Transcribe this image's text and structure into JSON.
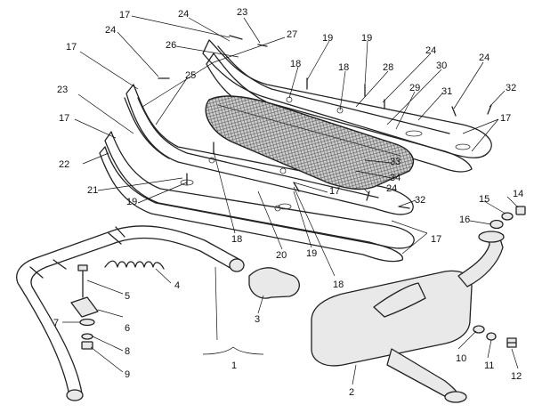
{
  "callouts": {
    "l1": "1",
    "l2": "2",
    "l3": "3",
    "l4": "4",
    "l5": "5",
    "l6": "6",
    "l7": "7",
    "l8": "8",
    "l9": "9",
    "l10": "10",
    "l11": "11",
    "l12": "12",
    "l14": "14",
    "l15": "15",
    "l16": "16",
    "l17a": "17",
    "l17b": "17",
    "l17c": "17",
    "l17d": "17",
    "l17e": "17",
    "l17f": "17",
    "l18a": "18",
    "l18b": "18",
    "l18c": "18",
    "l18d": "18",
    "l19a": "19",
    "l19b": "19",
    "l19c": "19",
    "l19d": "19",
    "l20": "20",
    "l21": "21",
    "l22": "22",
    "l23a": "23",
    "l23b": "23",
    "l24a": "24",
    "l24b": "24",
    "l24c": "24",
    "l24d": "24",
    "l24e": "24",
    "l25": "25",
    "l26": "26",
    "l27": "27",
    "l28": "28",
    "l29": "29",
    "l30": "30",
    "l31": "31",
    "l32a": "32",
    "l32b": "32",
    "l33": "33",
    "l34": "34"
  }
}
